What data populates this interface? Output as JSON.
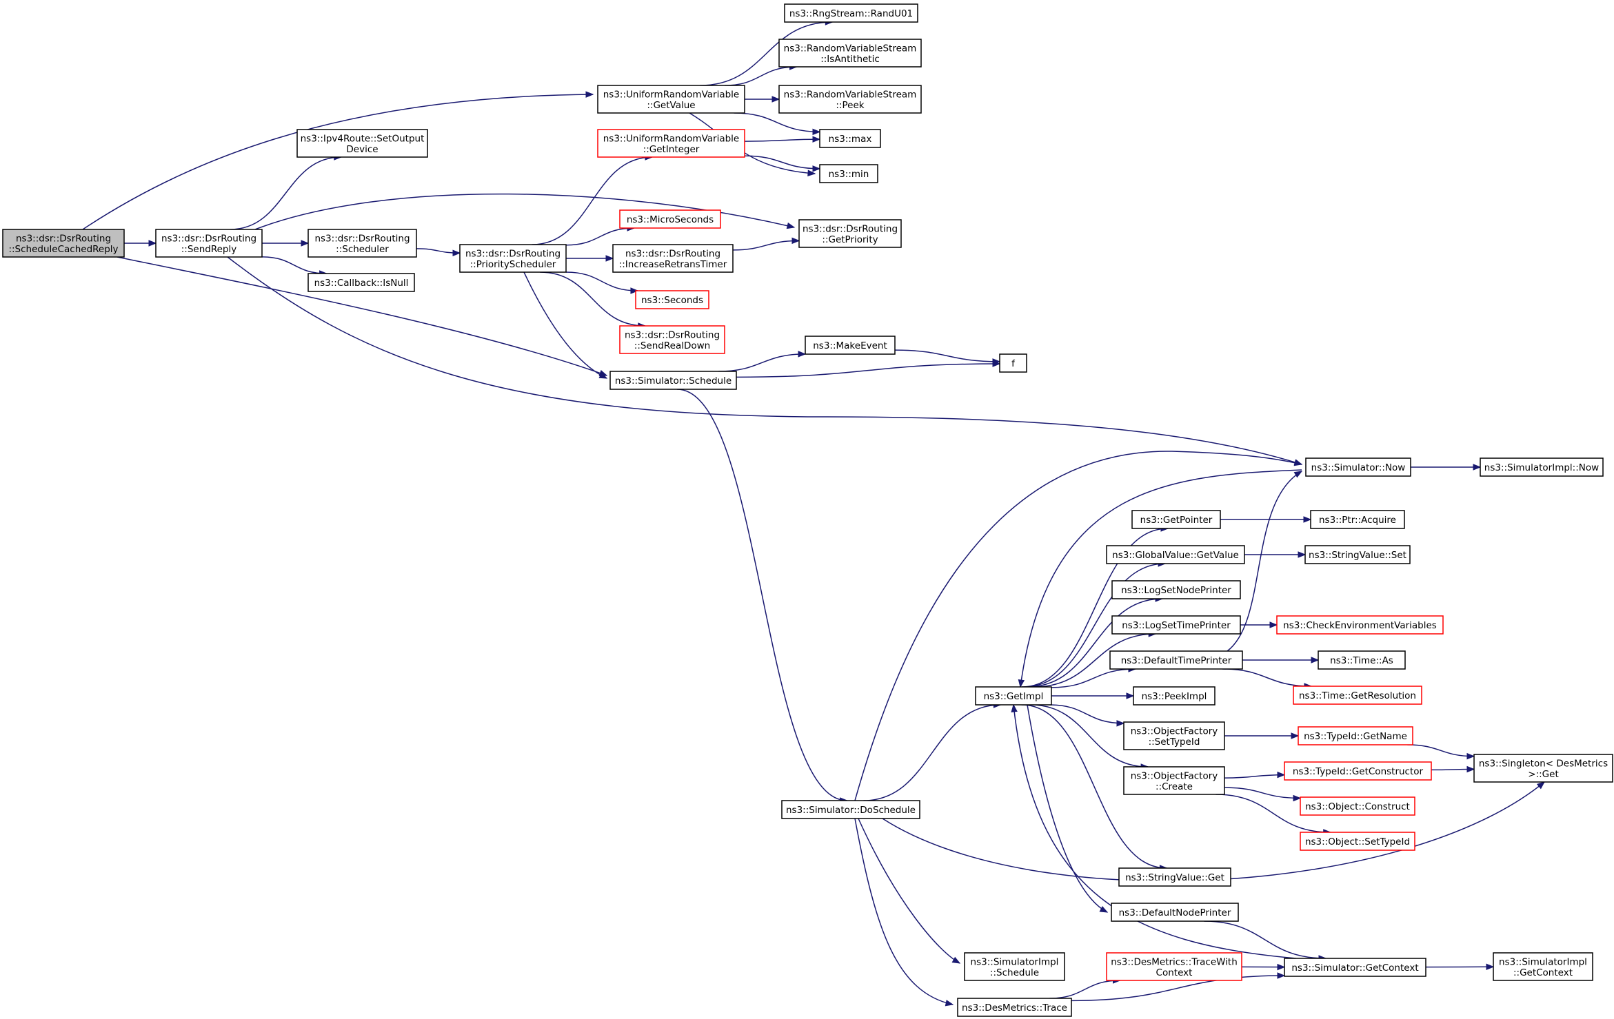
{
  "colors": {
    "edge": "#191970",
    "node_border": "#000000",
    "node_border_truncated": "#ff0000",
    "root_fill": "#bfbfbf",
    "node_fill": "#ffffff"
  },
  "nodes": {
    "root": {
      "lines": [
        "ns3::dsr::DsrRouting",
        "::ScheduleCachedReply"
      ],
      "style": "root"
    },
    "sendreply": {
      "lines": [
        "ns3::dsr::DsrRouting",
        "::SendReply"
      ],
      "style": "normal"
    },
    "urv_getvalue": {
      "lines": [
        "ns3::UniformRandomVariable",
        "::GetValue"
      ],
      "style": "normal"
    },
    "randu01": {
      "lines": [
        "ns3::RngStream::RandU01"
      ],
      "style": "normal"
    },
    "isantithetic": {
      "lines": [
        "ns3::RandomVariableStream",
        "::IsAntithetic"
      ],
      "style": "normal"
    },
    "peek": {
      "lines": [
        "ns3::RandomVariableStream",
        "::Peek"
      ],
      "style": "normal"
    },
    "max": {
      "lines": [
        "ns3::max"
      ],
      "style": "normal"
    },
    "min": {
      "lines": [
        "ns3::min"
      ],
      "style": "normal"
    },
    "getinteger": {
      "lines": [
        "ns3::UniformRandomVariable",
        "::GetInteger"
      ],
      "style": "truncated"
    },
    "setoutputdevice": {
      "lines": [
        "ns3::Ipv4Route::SetOutput",
        "Device"
      ],
      "style": "normal"
    },
    "scheduler": {
      "lines": [
        "ns3::dsr::DsrRouting",
        "::Scheduler"
      ],
      "style": "normal"
    },
    "isnull": {
      "lines": [
        "ns3::Callback::IsNull"
      ],
      "style": "normal"
    },
    "priorityscheduler": {
      "lines": [
        "ns3::dsr::DsrRouting",
        "::PriorityScheduler"
      ],
      "style": "normal"
    },
    "microseconds": {
      "lines": [
        "ns3::MicroSeconds"
      ],
      "style": "truncated"
    },
    "increaseretrans": {
      "lines": [
        "ns3::dsr::DsrRouting",
        "::IncreaseRetransTimer"
      ],
      "style": "normal"
    },
    "getpriority": {
      "lines": [
        "ns3::dsr::DsrRouting",
        "::GetPriority"
      ],
      "style": "normal"
    },
    "seconds": {
      "lines": [
        "ns3::Seconds"
      ],
      "style": "truncated"
    },
    "sendrealdown": {
      "lines": [
        "ns3::dsr::DsrRouting",
        "::SendRealDown"
      ],
      "style": "truncated"
    },
    "makeevent": {
      "lines": [
        "ns3::MakeEvent"
      ],
      "style": "normal"
    },
    "f": {
      "lines": [
        "f"
      ],
      "style": "normal"
    },
    "schedule": {
      "lines": [
        "ns3::Simulator::Schedule"
      ],
      "style": "normal"
    },
    "simnow": {
      "lines": [
        "ns3::Simulator::Now"
      ],
      "style": "normal"
    },
    "simimplnow": {
      "lines": [
        "ns3::SimulatorImpl::Now"
      ],
      "style": "normal"
    },
    "getpointer": {
      "lines": [
        "ns3::GetPointer"
      ],
      "style": "normal"
    },
    "ptracquire": {
      "lines": [
        "ns3::Ptr::Acquire"
      ],
      "style": "normal"
    },
    "gv_getvalue": {
      "lines": [
        "ns3::GlobalValue::GetValue"
      ],
      "style": "normal"
    },
    "stringvalue_set": {
      "lines": [
        "ns3::StringValue::Set"
      ],
      "style": "normal"
    },
    "logsetnodeprinter": {
      "lines": [
        "ns3::LogSetNodePrinter"
      ],
      "style": "normal"
    },
    "logsettimeprinter": {
      "lines": [
        "ns3::LogSetTimePrinter"
      ],
      "style": "normal"
    },
    "checkenv": {
      "lines": [
        "ns3::CheckEnvironmentVariables"
      ],
      "style": "truncated"
    },
    "defaulttimeprinter": {
      "lines": [
        "ns3::DefaultTimePrinter"
      ],
      "style": "normal"
    },
    "timeas": {
      "lines": [
        "ns3::Time::As"
      ],
      "style": "normal"
    },
    "getresolution": {
      "lines": [
        "ns3::Time::GetResolution"
      ],
      "style": "truncated"
    },
    "getimpl": {
      "lines": [
        "ns3::GetImpl"
      ],
      "style": "normal"
    },
    "peekimpl": {
      "lines": [
        "ns3::PeekImpl"
      ],
      "style": "normal"
    },
    "of_settypeid": {
      "lines": [
        "ns3::ObjectFactory",
        "::SetTypeId"
      ],
      "style": "normal"
    },
    "typeid_getname": {
      "lines": [
        "ns3::TypeId::GetName"
      ],
      "style": "truncated"
    },
    "singleton_get": {
      "lines": [
        "ns3::Singleton< DesMetrics",
        " >::Get"
      ],
      "style": "normal"
    },
    "of_create": {
      "lines": [
        "ns3::ObjectFactory",
        "::Create"
      ],
      "style": "normal"
    },
    "getconstructor": {
      "lines": [
        "ns3::TypeId::GetConstructor"
      ],
      "style": "truncated"
    },
    "construct": {
      "lines": [
        "ns3::Object::Construct"
      ],
      "style": "truncated"
    },
    "obj_settypeid": {
      "lines": [
        "ns3::Object::SetTypeId"
      ],
      "style": "truncated"
    },
    "stringvalue_get": {
      "lines": [
        "ns3::StringValue::Get"
      ],
      "style": "normal"
    },
    "defaultnodeprinter": {
      "lines": [
        "ns3::DefaultNodePrinter"
      ],
      "style": "normal"
    },
    "doschedule": {
      "lines": [
        "ns3::Simulator::DoSchedule"
      ],
      "style": "normal"
    },
    "simimpl_schedule": {
      "lines": [
        "ns3::SimulatorImpl",
        "::Schedule"
      ],
      "style": "normal"
    },
    "tracewithcontext": {
      "lines": [
        "ns3::DesMetrics::TraceWith",
        "Context"
      ],
      "style": "truncated"
    },
    "getcontext": {
      "lines": [
        "ns3::Simulator::GetContext"
      ],
      "style": "normal"
    },
    "simimpl_getcontext": {
      "lines": [
        "ns3::SimulatorImpl",
        "::GetContext"
      ],
      "style": "normal"
    },
    "trace": {
      "lines": [
        "ns3::DesMetrics::Trace"
      ],
      "style": "normal"
    }
  },
  "edges": [
    [
      "root",
      "sendreply"
    ],
    [
      "root",
      "urv_getvalue"
    ],
    [
      "root",
      "schedule"
    ],
    [
      "sendreply",
      "setoutputdevice"
    ],
    [
      "sendreply",
      "getpriority"
    ],
    [
      "sendreply",
      "scheduler"
    ],
    [
      "sendreply",
      "isnull"
    ],
    [
      "sendreply",
      "simnow"
    ],
    [
      "urv_getvalue",
      "randu01"
    ],
    [
      "urv_getvalue",
      "isantithetic"
    ],
    [
      "urv_getvalue",
      "peek"
    ],
    [
      "urv_getvalue",
      "max"
    ],
    [
      "urv_getvalue",
      "min"
    ],
    [
      "getinteger",
      "max"
    ],
    [
      "getinteger",
      "min"
    ],
    [
      "scheduler",
      "priorityscheduler"
    ],
    [
      "priorityscheduler",
      "getinteger"
    ],
    [
      "priorityscheduler",
      "microseconds"
    ],
    [
      "priorityscheduler",
      "increaseretrans"
    ],
    [
      "priorityscheduler",
      "seconds"
    ],
    [
      "priorityscheduler",
      "sendrealdown"
    ],
    [
      "priorityscheduler",
      "schedule"
    ],
    [
      "increaseretrans",
      "getpriority"
    ],
    [
      "schedule",
      "makeevent"
    ],
    [
      "schedule",
      "f"
    ],
    [
      "makeevent",
      "f"
    ],
    [
      "schedule",
      "doschedule"
    ],
    [
      "doschedule",
      "simnow"
    ],
    [
      "doschedule",
      "getimpl"
    ],
    [
      "doschedule",
      "singleton_get"
    ],
    [
      "doschedule",
      "simimpl_schedule"
    ],
    [
      "doschedule",
      "trace"
    ],
    [
      "simnow",
      "simimplnow"
    ],
    [
      "simnow",
      "getimpl"
    ],
    [
      "getimpl",
      "getpointer"
    ],
    [
      "getimpl",
      "gv_getvalue"
    ],
    [
      "getimpl",
      "logsetnodeprinter"
    ],
    [
      "getimpl",
      "logsettimeprinter"
    ],
    [
      "getimpl",
      "defaulttimeprinter"
    ],
    [
      "getimpl",
      "peekimpl"
    ],
    [
      "getimpl",
      "of_settypeid"
    ],
    [
      "getimpl",
      "of_create"
    ],
    [
      "getimpl",
      "stringvalue_get"
    ],
    [
      "getimpl",
      "defaultnodeprinter"
    ],
    [
      "getpointer",
      "ptracquire"
    ],
    [
      "gv_getvalue",
      "stringvalue_set"
    ],
    [
      "logsettimeprinter",
      "checkenv"
    ],
    [
      "defaulttimeprinter",
      "simnow"
    ],
    [
      "defaulttimeprinter",
      "timeas"
    ],
    [
      "defaulttimeprinter",
      "getresolution"
    ],
    [
      "of_settypeid",
      "typeid_getname"
    ],
    [
      "typeid_getname",
      "singleton_get"
    ],
    [
      "of_create",
      "getconstructor"
    ],
    [
      "of_create",
      "construct"
    ],
    [
      "of_create",
      "obj_settypeid"
    ],
    [
      "getconstructor",
      "singleton_get"
    ],
    [
      "defaultnodeprinter",
      "getcontext"
    ],
    [
      "getcontext",
      "getimpl"
    ],
    [
      "getcontext",
      "simimpl_getcontext"
    ],
    [
      "trace",
      "tracewithcontext"
    ],
    [
      "trace",
      "getcontext"
    ],
    [
      "tracewithcontext",
      "getcontext"
    ]
  ]
}
